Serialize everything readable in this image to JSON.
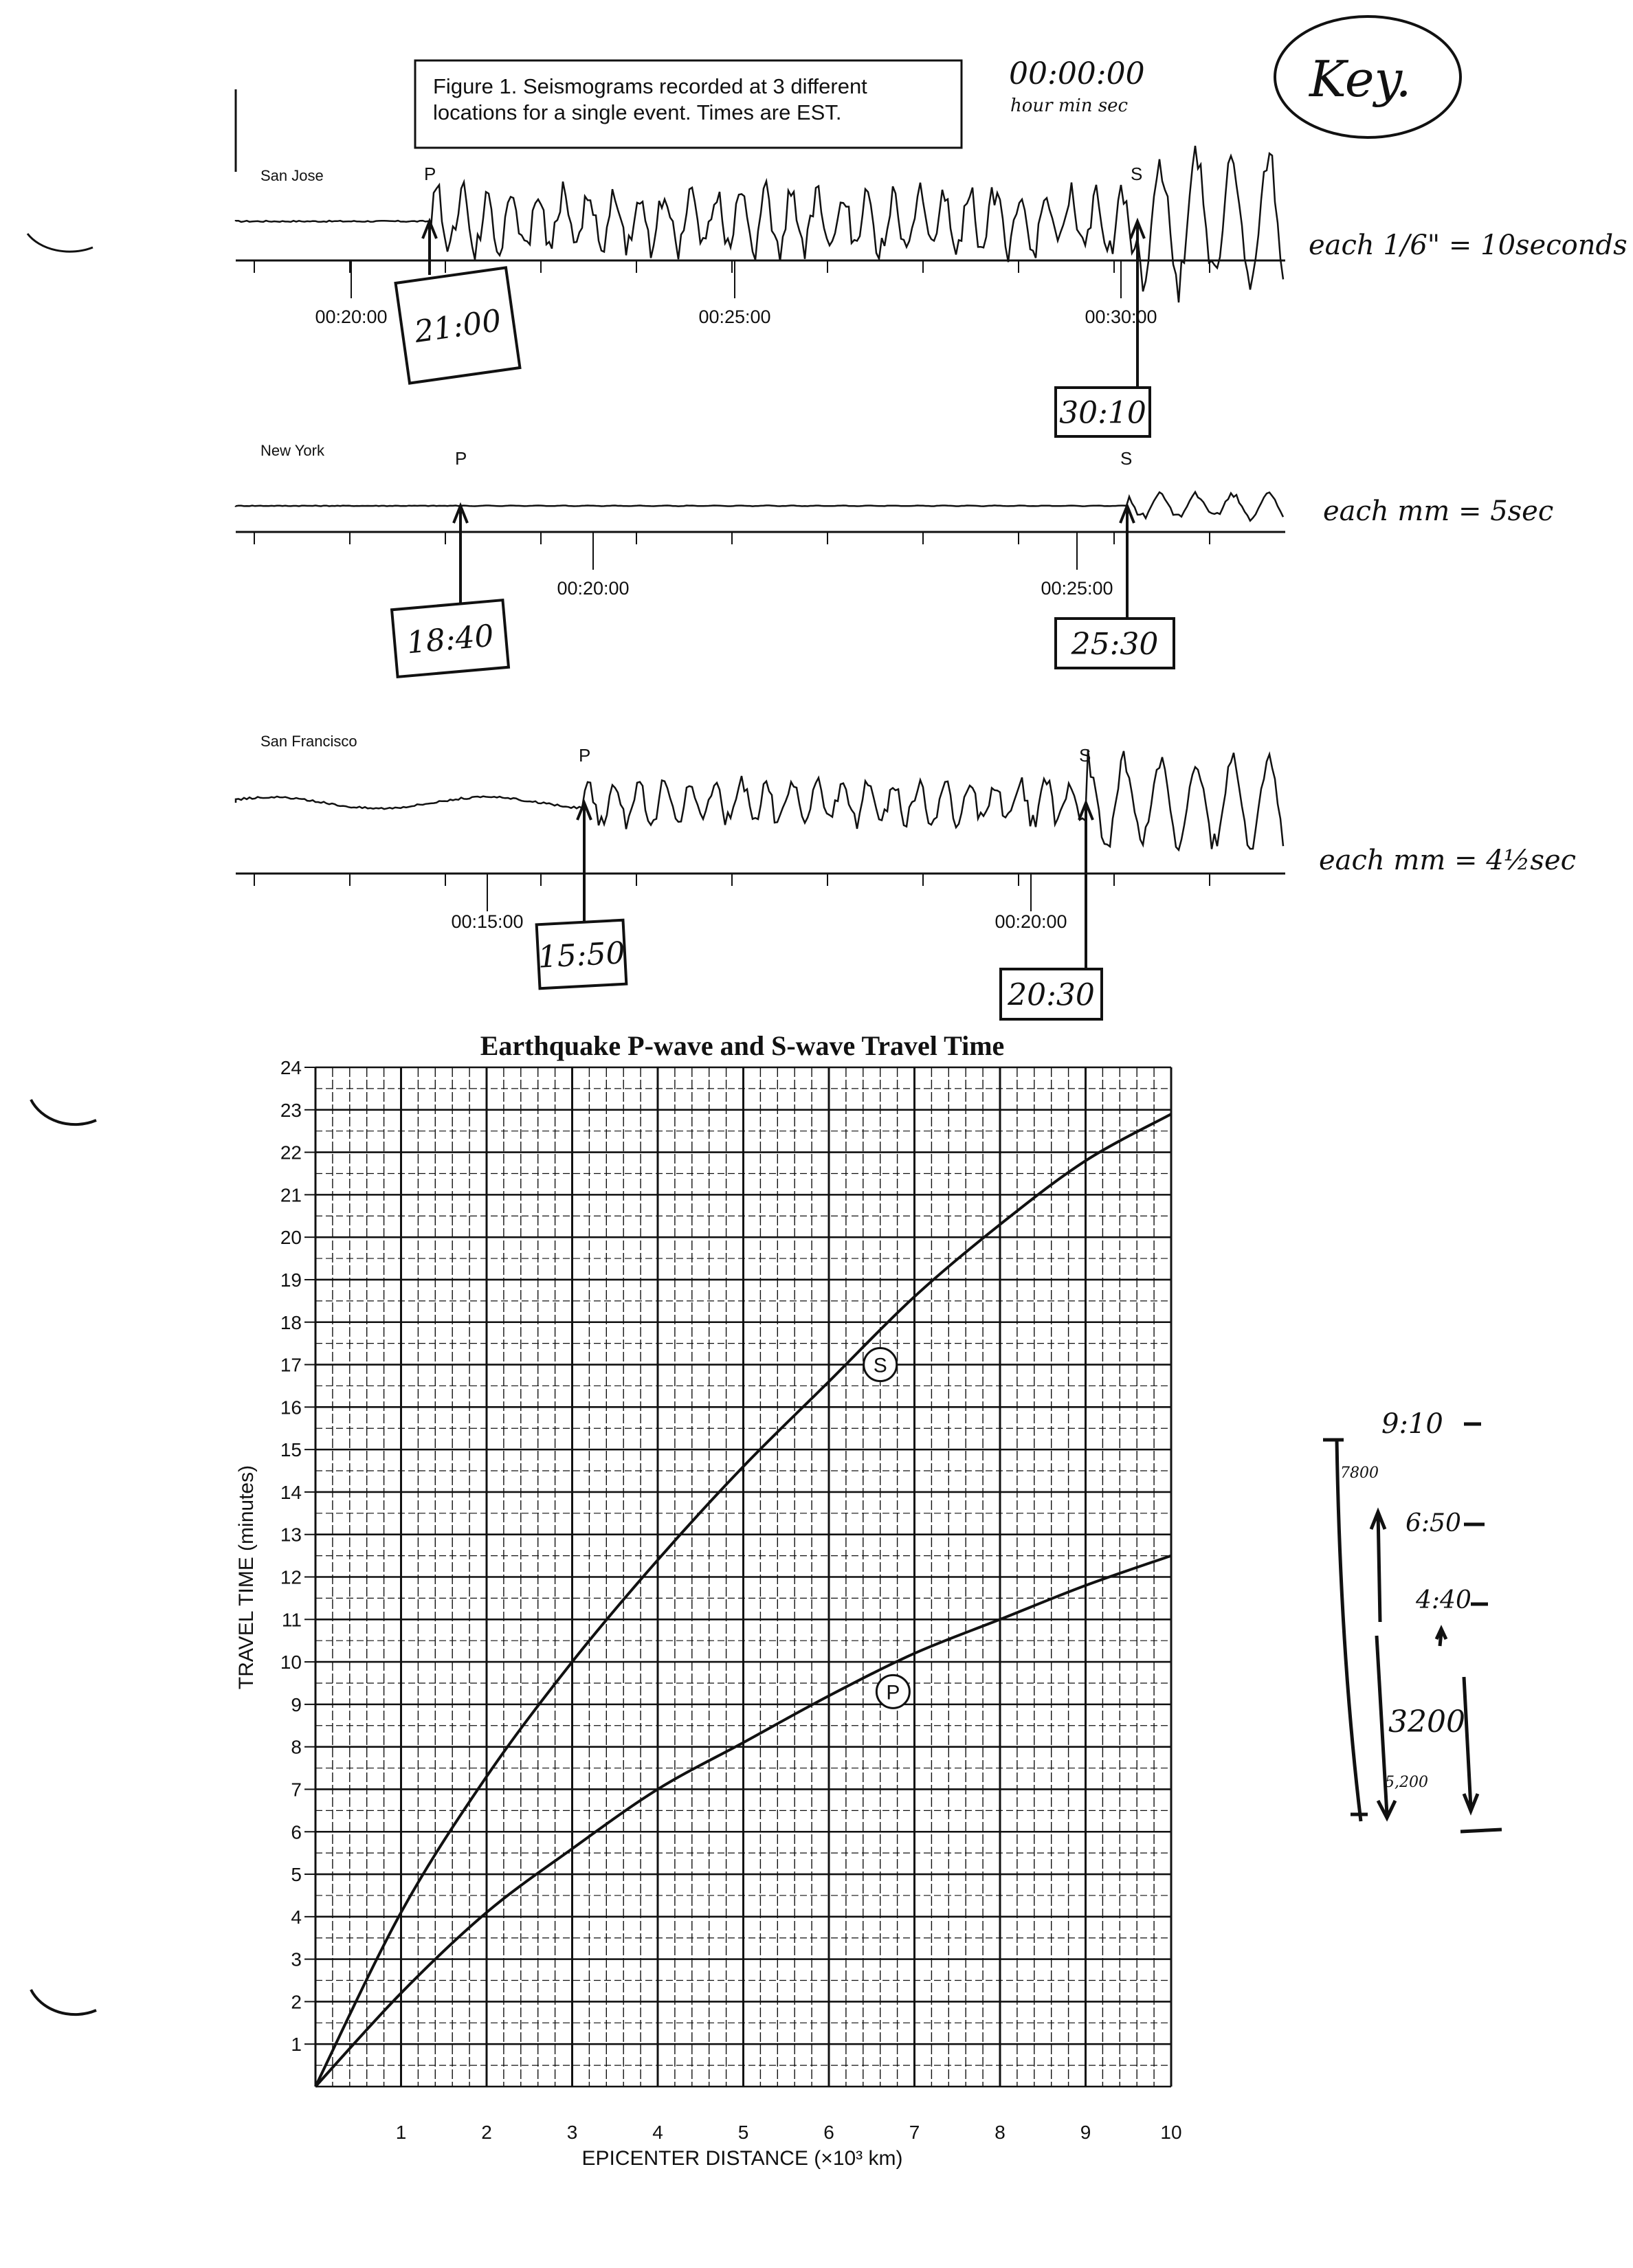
{
  "figure": {
    "caption_line1": "Figure 1. Seismograms recorded at 3 different",
    "caption_line2": "locations for a single event. Times are EST."
  },
  "annotations": {
    "time_format": "00:00:00",
    "time_units": "hour  min  sec",
    "key": "Key."
  },
  "seismograms": [
    {
      "station": "San Jose",
      "p_label": "P",
      "s_label": "S",
      "ticks": [
        "00:20:00",
        "00:25:00",
        "00:30:00"
      ],
      "p_time_note": "21:00",
      "s_time_note": "30:10",
      "scale_note": "each 1/6\" = 10seconds"
    },
    {
      "station": "New York",
      "p_label": "P",
      "s_label": "S",
      "ticks": [
        "00:20:00",
        "00:25:00"
      ],
      "p_time_note": "18:40",
      "s_time_note": "25:30",
      "scale_note": "each mm = 5sec"
    },
    {
      "station": "San Francisco",
      "p_label": "P",
      "s_label": "S",
      "ticks": [
        "00:15:00",
        "00:20:00"
      ],
      "p_time_note": "15:50",
      "s_time_note": "20:30",
      "scale_note": "each mm = 4½sec"
    }
  ],
  "side_notes": {
    "n1": "9:10",
    "n2": "6:50",
    "n3": "4:40",
    "d1": "7800",
    "d2": "3200",
    "d3": "5,200"
  },
  "chart_data": {
    "type": "line",
    "title": "Earthquake P-wave and S-wave Travel Time",
    "xlabel": "EPICENTER DISTANCE (×10³ km)",
    "ylabel": "TRAVEL TIME (minutes)",
    "xlim": [
      0,
      10
    ],
    "ylim": [
      0,
      24
    ],
    "grid": true,
    "x_ticks": [
      "1",
      "2",
      "3",
      "4",
      "5",
      "6",
      "7",
      "8",
      "9",
      "10"
    ],
    "y_ticks": [
      "1",
      "2",
      "3",
      "4",
      "5",
      "6",
      "7",
      "8",
      "9",
      "10",
      "11",
      "12",
      "13",
      "14",
      "15",
      "16",
      "17",
      "18",
      "19",
      "20",
      "21",
      "22",
      "23",
      "24"
    ],
    "x": [
      0,
      1,
      2,
      3,
      4,
      5,
      6,
      7,
      8,
      9,
      10
    ],
    "series": [
      {
        "name": "S",
        "values": [
          0,
          4.1,
          7.3,
          10.0,
          12.4,
          14.6,
          16.6,
          18.6,
          20.3,
          21.8,
          22.9
        ],
        "label_at": [
          6.6,
          17.0
        ]
      },
      {
        "name": "P",
        "values": [
          0,
          2.2,
          4.1,
          5.6,
          7.0,
          8.1,
          9.2,
          10.2,
          11.0,
          11.8,
          12.5
        ],
        "label_at": [
          6.75,
          9.3
        ]
      }
    ]
  }
}
